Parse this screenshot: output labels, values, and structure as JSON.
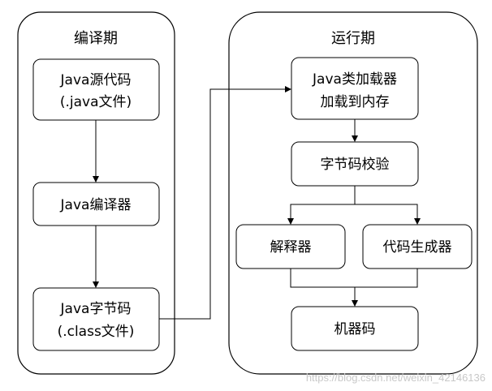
{
  "compile_panel": {
    "title": "编译期",
    "source": {
      "line1": "Java源代码",
      "line2": "(.java文件)"
    },
    "compiler": "Java编译器",
    "bytecode": {
      "line1": "Java字节码",
      "line2": "(.class文件)"
    }
  },
  "runtime_panel": {
    "title": "运行期",
    "loader": {
      "line1": "Java类加载器",
      "line2": "加载到内存"
    },
    "verifier": "字节码校验",
    "interpreter": "解释器",
    "codegen": "代码生成器",
    "machine_code": "机器码"
  },
  "watermark": "https://blog.csdn.net/weixin_42146136"
}
